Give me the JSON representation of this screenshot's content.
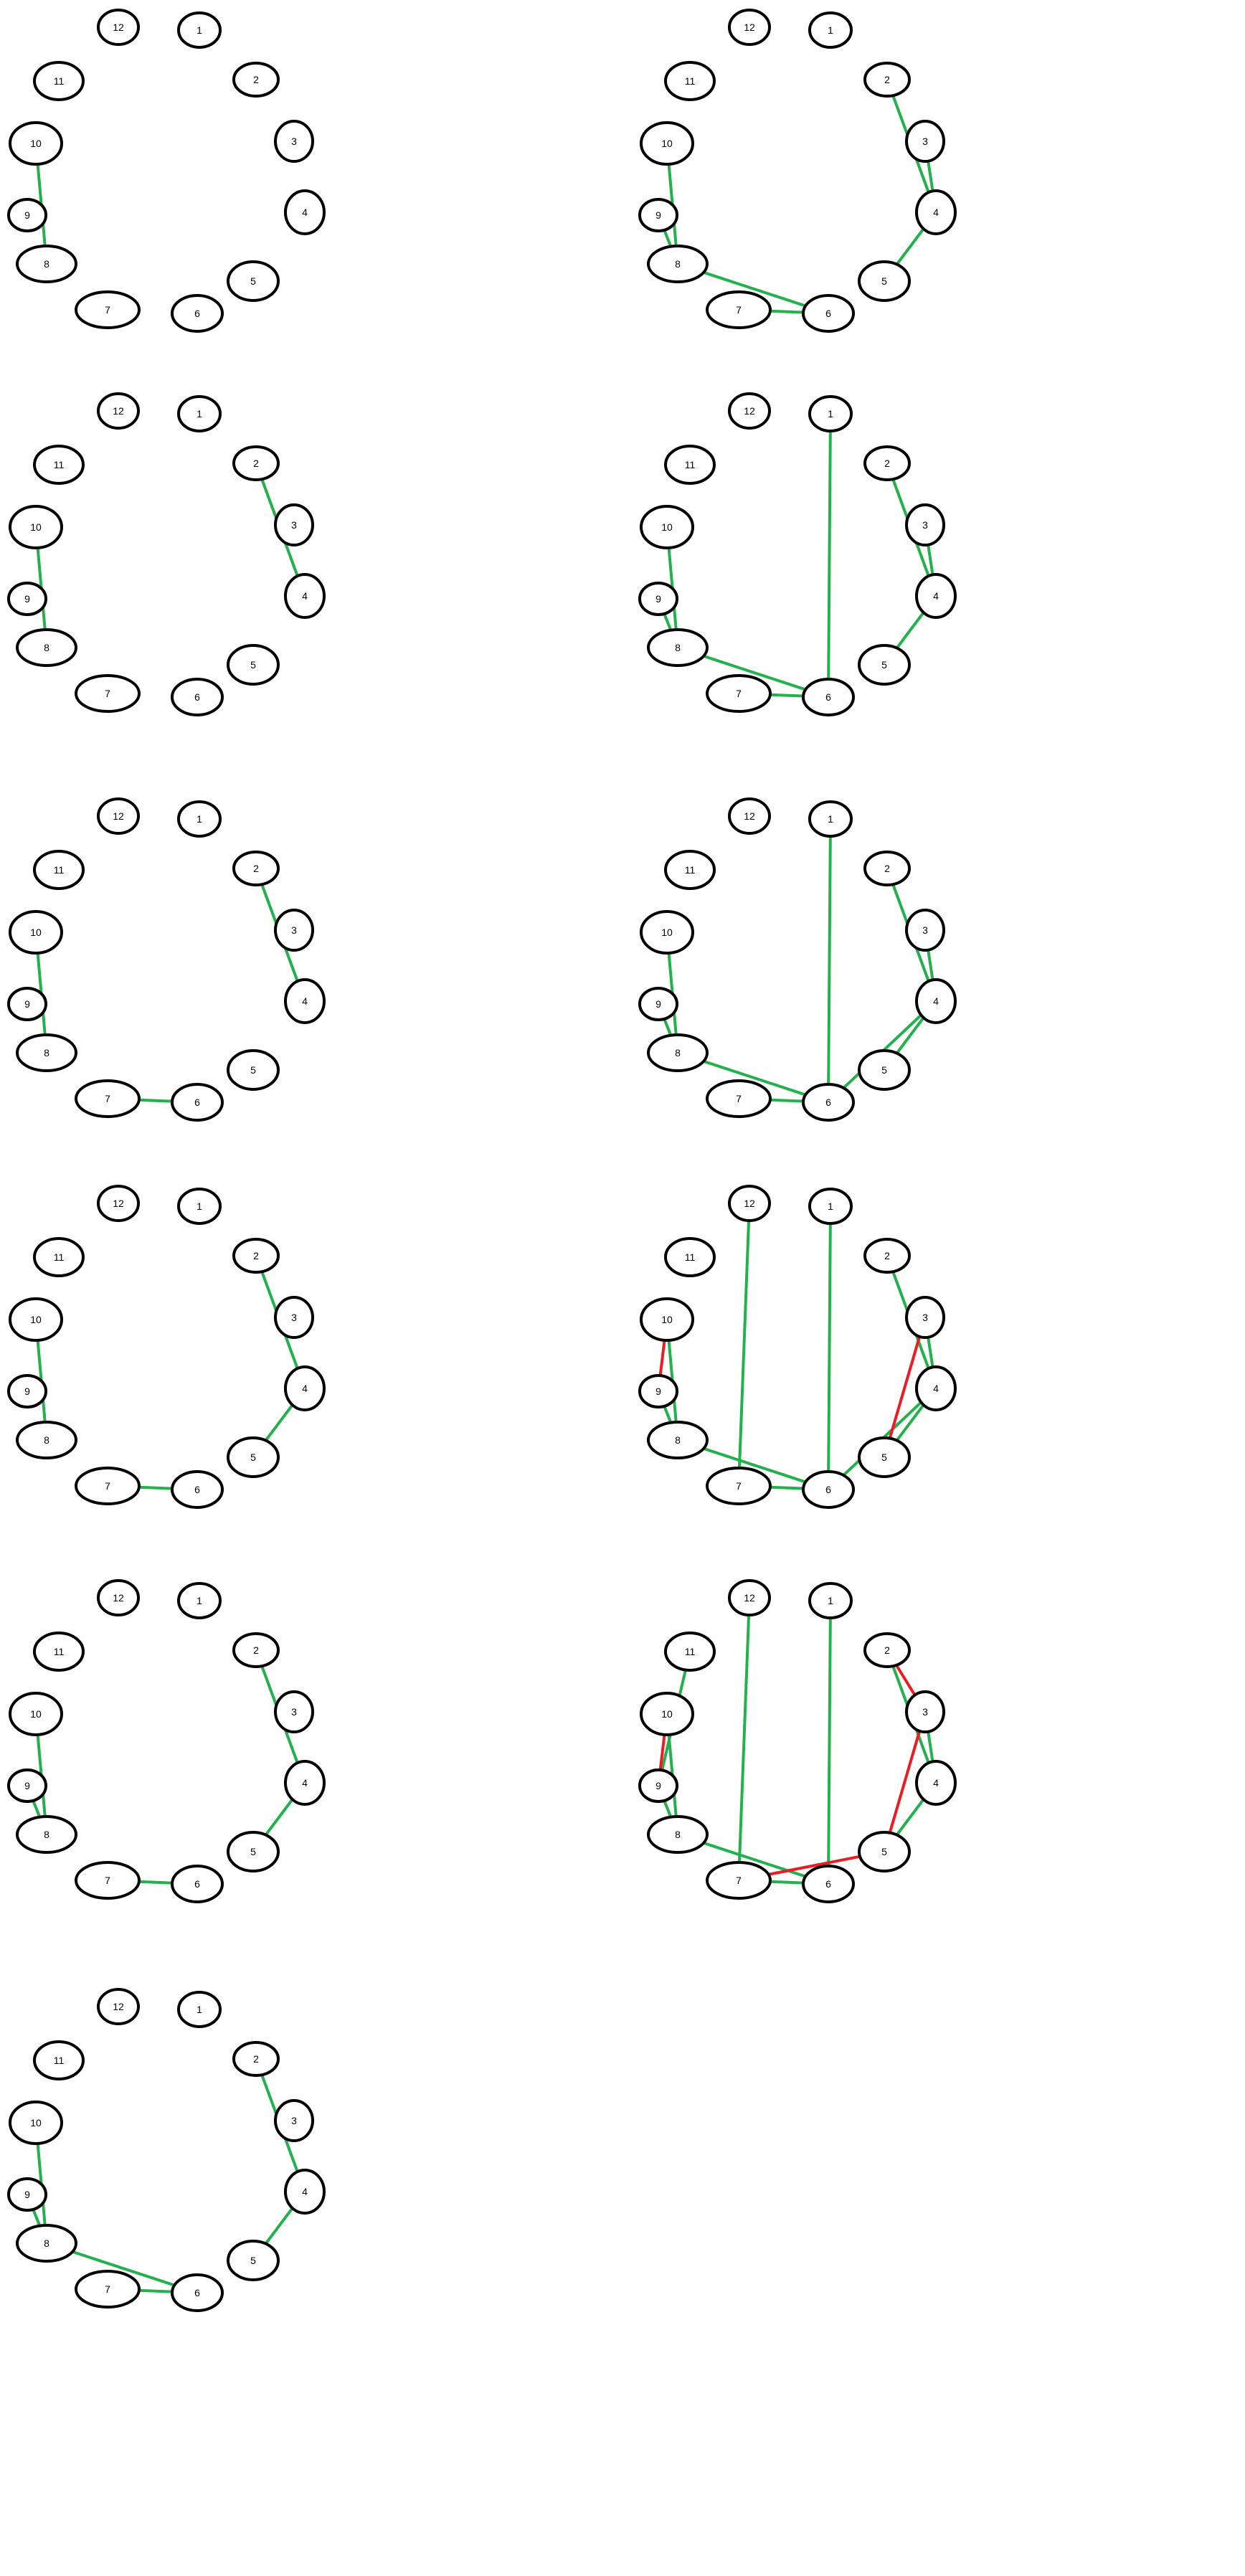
{
  "colors": {
    "node_stroke": "#000000",
    "edge_ok": "#22b14c",
    "edge_conflict": "#ed1c24",
    "background": "#ffffff"
  },
  "node_labels": [
    "1",
    "2",
    "3",
    "4",
    "5",
    "6",
    "7",
    "8",
    "9",
    "10",
    "11",
    "12"
  ],
  "panels": [
    {
      "id": "p1",
      "edges": [
        [
          10,
          8
        ]
      ],
      "conflicts": []
    },
    {
      "id": "p2",
      "edges": [
        [
          10,
          8
        ],
        [
          2,
          4
        ]
      ],
      "conflicts": []
    },
    {
      "id": "p3",
      "edges": [
        [
          10,
          8
        ],
        [
          2,
          4
        ],
        [
          7,
          6
        ]
      ],
      "conflicts": []
    },
    {
      "id": "p4",
      "edges": [
        [
          10,
          8
        ],
        [
          2,
          4
        ],
        [
          7,
          6
        ],
        [
          4,
          5
        ]
      ],
      "conflicts": []
    },
    {
      "id": "p5",
      "edges": [
        [
          10,
          8
        ],
        [
          2,
          4
        ],
        [
          7,
          6
        ],
        [
          4,
          5
        ],
        [
          9,
          8
        ]
      ],
      "conflicts": []
    },
    {
      "id": "p6",
      "edges": [
        [
          10,
          8
        ],
        [
          2,
          4
        ],
        [
          7,
          6
        ],
        [
          4,
          5
        ],
        [
          9,
          8
        ],
        [
          8,
          6
        ]
      ],
      "conflicts": []
    },
    {
      "id": "p7",
      "edges": [
        [
          10,
          8
        ],
        [
          2,
          4
        ],
        [
          7,
          6
        ],
        [
          4,
          5
        ],
        [
          9,
          8
        ],
        [
          8,
          6
        ],
        [
          3,
          4
        ]
      ],
      "conflicts": []
    },
    {
      "id": "p8",
      "edges": [
        [
          10,
          8
        ],
        [
          2,
          4
        ],
        [
          7,
          6
        ],
        [
          4,
          5
        ],
        [
          9,
          8
        ],
        [
          8,
          6
        ],
        [
          3,
          4
        ],
        [
          1,
          6
        ]
      ],
      "conflicts": []
    },
    {
      "id": "p9",
      "edges": [
        [
          10,
          8
        ],
        [
          2,
          4
        ],
        [
          7,
          6
        ],
        [
          4,
          5
        ],
        [
          9,
          8
        ],
        [
          8,
          6
        ],
        [
          3,
          4
        ],
        [
          1,
          6
        ],
        [
          4,
          6
        ]
      ],
      "conflicts": []
    },
    {
      "id": "p10",
      "edges": [
        [
          10,
          8
        ],
        [
          2,
          4
        ],
        [
          7,
          6
        ],
        [
          4,
          5
        ],
        [
          9,
          8
        ],
        [
          8,
          6
        ],
        [
          3,
          4
        ],
        [
          1,
          6
        ],
        [
          12,
          7
        ],
        [
          4,
          6
        ]
      ],
      "conflicts": [
        [
          10,
          9
        ],
        [
          3,
          5
        ]
      ]
    },
    {
      "id": "p11",
      "edges": [
        [
          10,
          8
        ],
        [
          2,
          4
        ],
        [
          7,
          6
        ],
        [
          4,
          5
        ],
        [
          9,
          8
        ],
        [
          8,
          6
        ],
        [
          3,
          4
        ],
        [
          1,
          6
        ],
        [
          12,
          7
        ],
        [
          11,
          9
        ]
      ],
      "conflicts": [
        [
          10,
          9
        ],
        [
          3,
          5
        ],
        [
          2,
          3
        ],
        [
          7,
          5
        ]
      ]
    }
  ]
}
